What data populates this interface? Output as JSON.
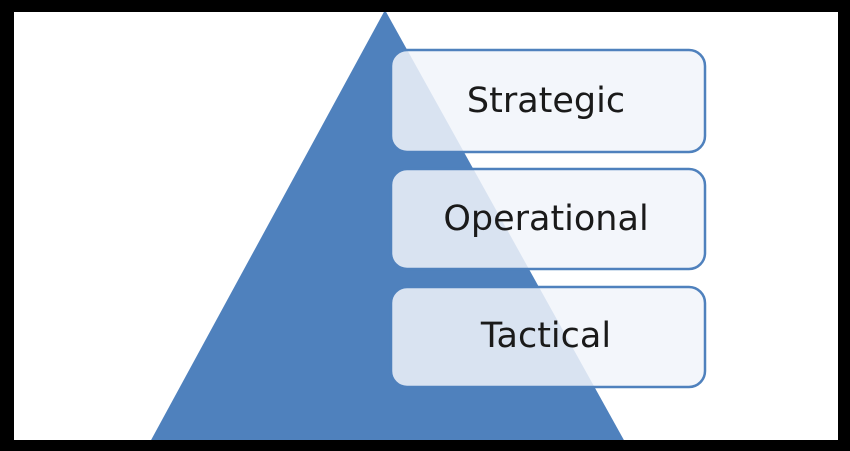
{
  "diagram": {
    "colors": {
      "frame": "#000000",
      "background": "#ffffff",
      "pyramid": "#4f81bd",
      "box_border": "#4f81bd",
      "box_fill": "#f1f4fa",
      "text": "#1a1a1a"
    },
    "tiers": [
      {
        "label": "Strategic"
      },
      {
        "label": "Operational"
      },
      {
        "label": "Tactical"
      }
    ]
  }
}
